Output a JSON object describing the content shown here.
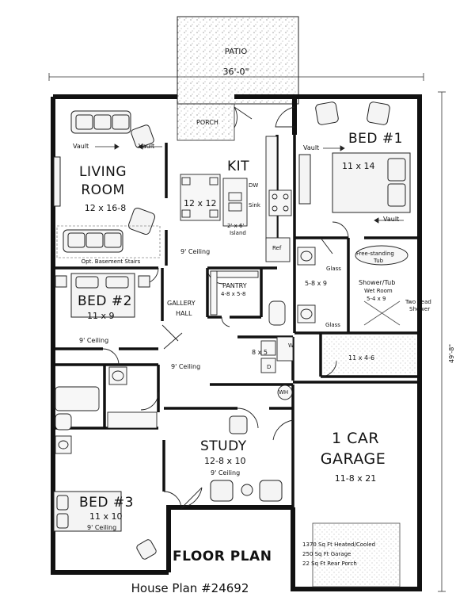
{
  "plan_title": "House Plan #24692",
  "floor_plan_label": "FLOOR PLAN",
  "dimensions": {
    "width": "36'-0\"",
    "depth": "49'-8\""
  },
  "areas": {
    "heated": "1370 Sq Ft Heated/Cooled",
    "garage": "250 Sq Ft Garage",
    "porch": "22 Sq Ft Rear Porch"
  },
  "rooms": {
    "patio": {
      "name": "PATIO"
    },
    "porch": {
      "name": "PORCH"
    },
    "living": {
      "name_1": "LIVING",
      "name_2": "ROOM",
      "size": "12 x 16-8",
      "vault_1": "Vault",
      "vault_2": "Vault",
      "stairs": "Opt. Basement Stairs"
    },
    "kitchen": {
      "name": "KIT",
      "size": "12 x 12",
      "ceiling": "9' Ceiling",
      "dw": "DW",
      "sink": "Sink",
      "island": "2' x 6'",
      "island_2": "Island",
      "ref": "Ref"
    },
    "bed1": {
      "name": "BED #1",
      "size": "11 x 14",
      "vault_1": "Vault",
      "vault_2": "Vault"
    },
    "bath1": {
      "size": "5-8 x 9",
      "glass_1": "Glass",
      "glass_2": "Glass",
      "tub_1": "Free-standing",
      "tub_2": "Tub"
    },
    "wet_room": {
      "name_1": "Shower/Tub",
      "name_2": "Wet Room",
      "size": "5-4 x 9",
      "note_1": "Two head",
      "note_2": "Shower"
    },
    "closet1": {
      "size": "11 x 4-6"
    },
    "bed2": {
      "name": "BED #2",
      "size": "11 x 9",
      "ceiling": "9' Ceiling"
    },
    "pantry": {
      "name": "PANTRY",
      "size": "4-8 x 5-8"
    },
    "gallery": {
      "name_1": "GALLERY",
      "name_2": "HALL",
      "ceiling": "9' Ceiling"
    },
    "laundry": {
      "size": "8 x 5",
      "d": "D",
      "w": "W",
      "wh": "WH"
    },
    "study": {
      "name": "STUDY",
      "size": "12-8 x 10",
      "ceiling": "9' Ceiling"
    },
    "garage": {
      "name_1": "1 CAR",
      "name_2": "GARAGE",
      "size": "11-8 x 21"
    },
    "bed3": {
      "name": "BED #3",
      "size": "11 x 10",
      "ceiling": "9' Ceiling"
    }
  }
}
